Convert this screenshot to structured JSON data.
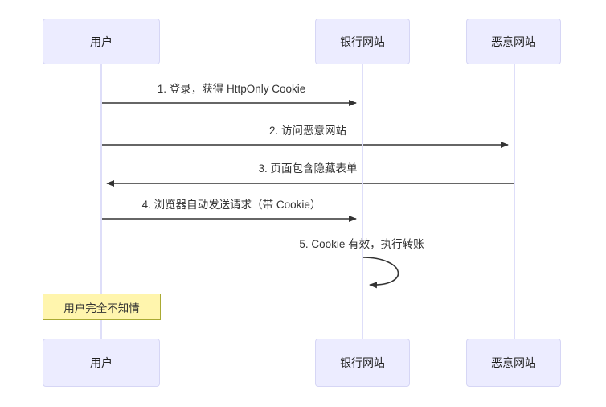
{
  "diagram": {
    "type": "sequence-diagram",
    "title": "",
    "background_color": "#ffffff",
    "actor_fill": "#ECECFF",
    "actor_stroke": "#D6D6F5",
    "lifeline_color": "#DEDEF9",
    "arrow_color": "#333333",
    "text_color": "#333333",
    "note_fill": "#FFF5AD",
    "note_stroke": "#AAAA33"
  },
  "actors": [
    {
      "id": "user",
      "label": "用户"
    },
    {
      "id": "bank",
      "label": "银行网站"
    },
    {
      "id": "malicious",
      "label": "恶意网站"
    }
  ],
  "actors_bottom": [
    {
      "id": "user-bottom",
      "label": "用户"
    },
    {
      "id": "bank-bottom",
      "label": "银行网站"
    },
    {
      "id": "malicious-bottom",
      "label": "恶意网站"
    }
  ],
  "messages": [
    {
      "number": "1",
      "label": "1. 登录，获得 HttpOnly Cookie",
      "from": "user",
      "to": "bank",
      "direction": "right",
      "kind": "solid-arrow"
    },
    {
      "number": "2",
      "label": "2. 访问恶意网站",
      "from": "user",
      "to": "malicious",
      "direction": "right",
      "kind": "solid-arrow"
    },
    {
      "number": "3",
      "label": "3. 页面包含隐藏表单",
      "from": "malicious",
      "to": "user",
      "direction": "left",
      "kind": "solid-arrow"
    },
    {
      "number": "4",
      "label": "4. 浏览器自动发送请求（带 Cookie）",
      "from": "user",
      "to": "bank",
      "direction": "right",
      "kind": "solid-arrow"
    },
    {
      "number": "5",
      "label": "5. Cookie 有效，执行转账",
      "from": "bank",
      "to": "bank",
      "direction": "self",
      "kind": "self-loop"
    }
  ],
  "notes": [
    {
      "id": "note-user-unaware",
      "label": "用户完全不知情",
      "over": "user"
    }
  ]
}
